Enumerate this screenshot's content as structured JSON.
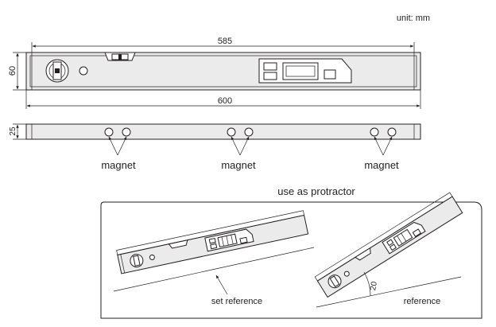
{
  "unit_note": "unit: mm",
  "front_view": {
    "inner_length": "585",
    "total_length": "600",
    "height": "60"
  },
  "bottom_view": {
    "depth": "25",
    "magnet_labels": [
      "magnet",
      "magnet",
      "magnet"
    ]
  },
  "protractor": {
    "title": "use as protractor",
    "set_reference_label": "set reference",
    "angle_label": "20",
    "reference_label": "reference"
  }
}
